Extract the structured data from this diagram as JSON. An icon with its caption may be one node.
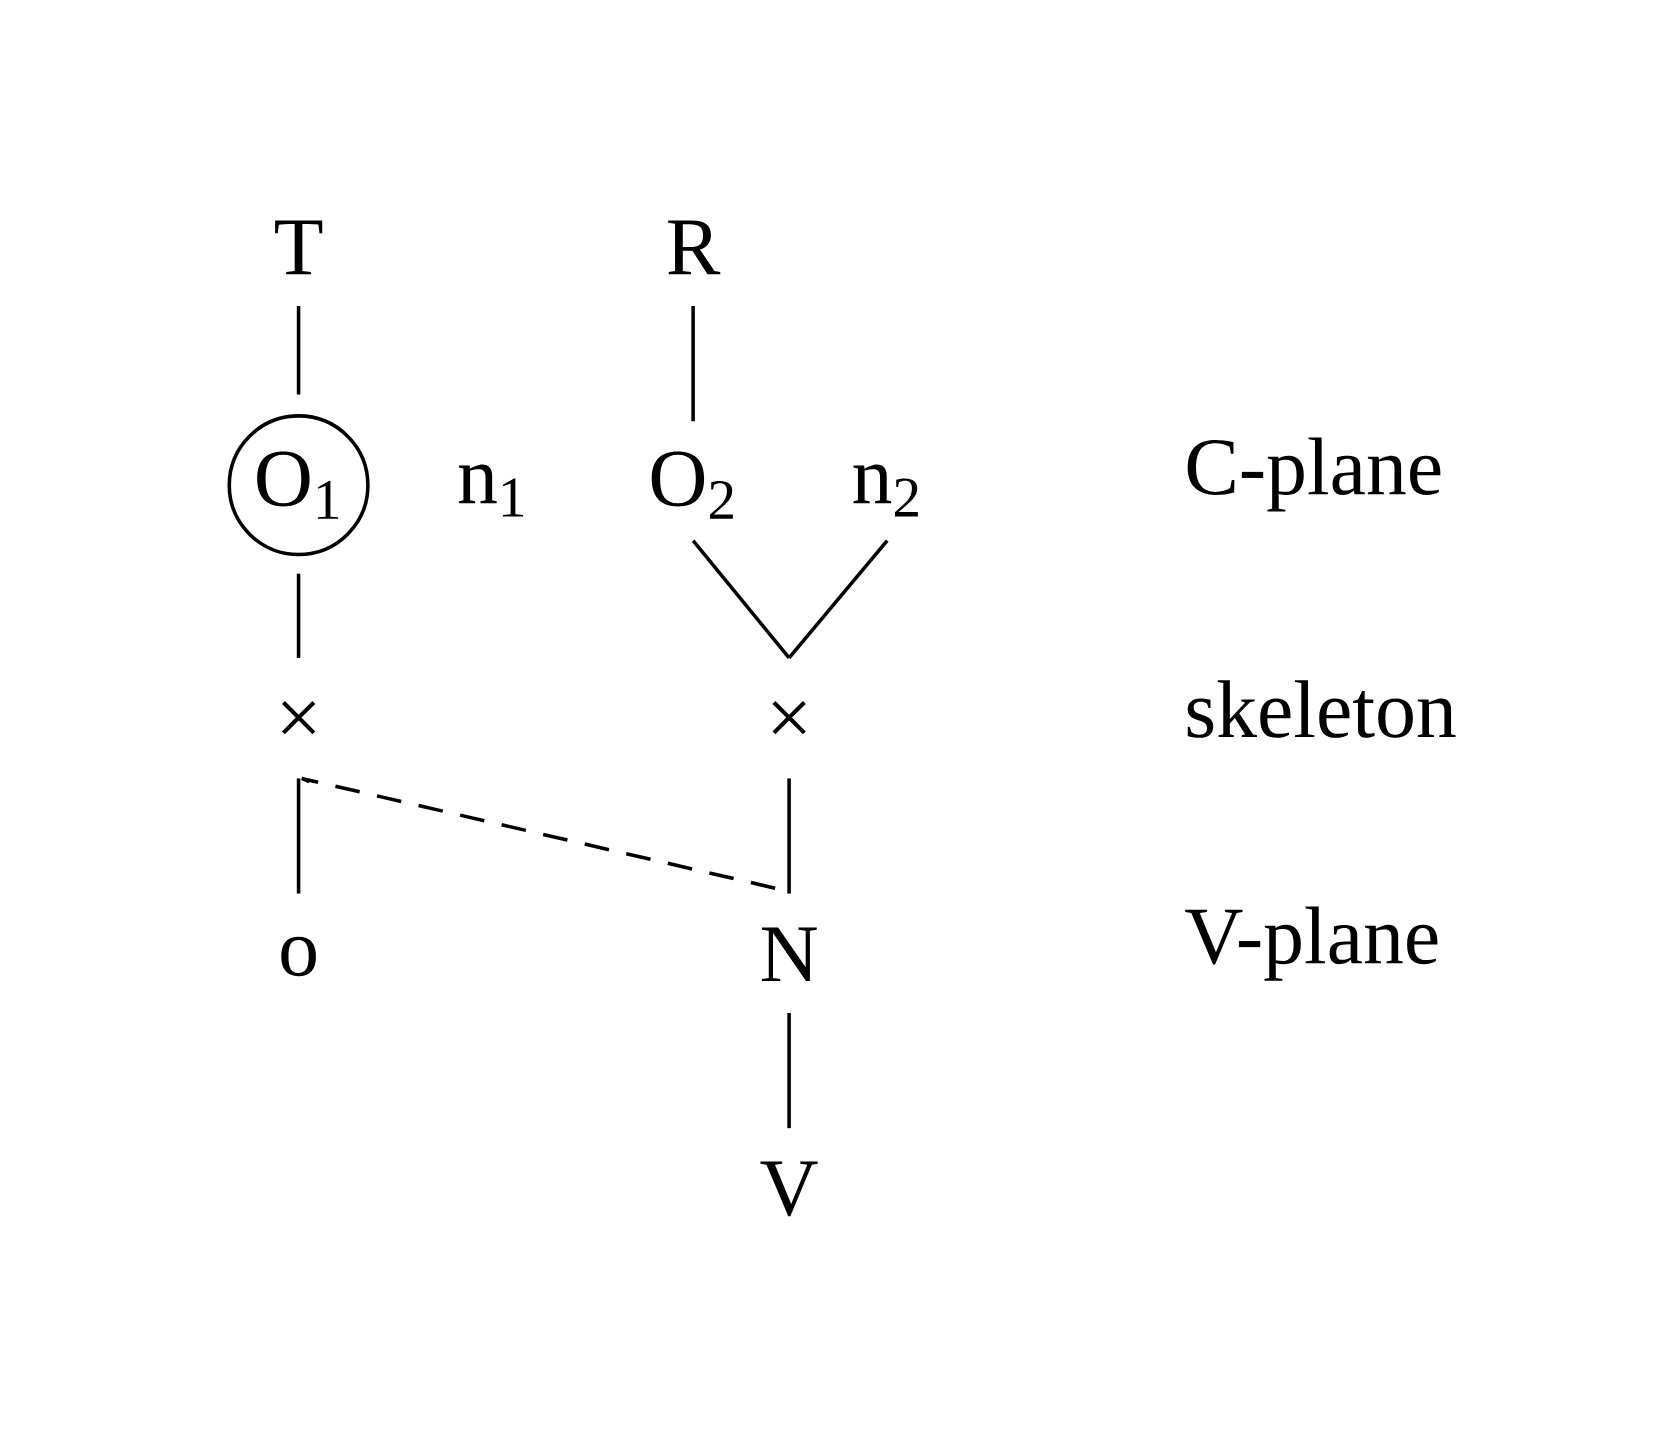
{
  "diagram": {
    "nodes": [
      {
        "text": [
          "T"
        ]
      },
      {
        "text": [
          "O$_{1}$"
        ]
      },
      {
        "text": [
          "n$_{1}$"
        ]
      },
      {
        "text": [
          "R"
        ]
      },
      {
        "text": [
          "O$_{2}$"
        ]
      },
      {
        "text": [
          "n$_{2}$"
        ]
      },
      {
        "text": [
          "×"
        ]
      },
      {
        "text": [
          "×"
        ]
      },
      {
        "text": [
          "o"
        ]
      },
      {
        "text": [
          "N"
        ]
      },
      {
        "text": [
          "V"
        ]
      }
    ],
    "edges": [
      {
        "from": 0,
        "to": 1,
        "arrow": "none"
      },
      {
        "from": 1,
        "to": 6,
        "arrow": "none"
      },
      {
        "from": 3,
        "to": 4,
        "arrow": "none"
      },
      {
        "from": 4,
        "to": 7,
        "arrow": "none"
      },
      {
        "from": 5,
        "to": 7,
        "arrow": "none"
      },
      {
        "from": 6,
        "to": 8,
        "arrow": "none"
      },
      {
        "from": 7,
        "to": 9,
        "arrow": "none"
      },
      {
        "from": 9,
        "to": 10,
        "arrow": "none"
      },
      {
        "from": 6,
        "to": 9,
        "arrow": "none",
        "style": "dashed"
      }
    ],
    "labels": [
      "C-plane",
      "skeleton",
      "V-plane"
    ]
  }
}
